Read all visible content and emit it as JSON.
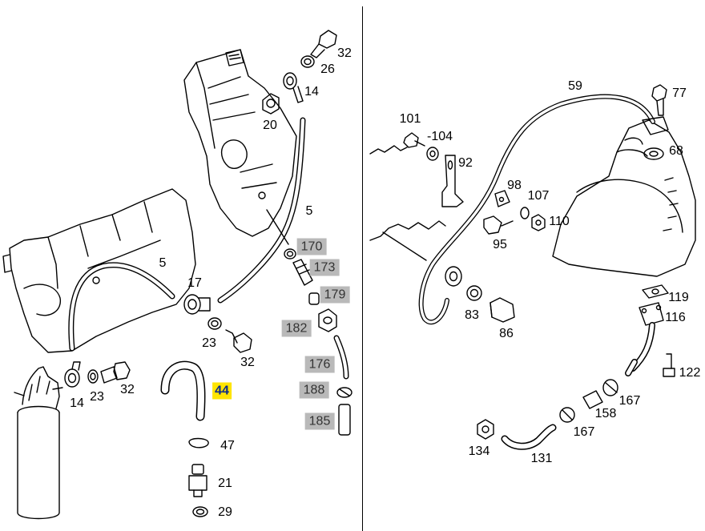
{
  "diagram": {
    "highlight_color": "#ffe400",
    "box_color": "#b9b9b9",
    "left_panel": {
      "labels": [
        {
          "id": "32a",
          "text": "32"
        },
        {
          "id": "26",
          "text": "26"
        },
        {
          "id": "14a",
          "text": "14"
        },
        {
          "id": "20",
          "text": "20"
        },
        {
          "id": "5a",
          "text": "5"
        },
        {
          "id": "170",
          "text": "170"
        },
        {
          "id": "173",
          "text": "173"
        },
        {
          "id": "5b",
          "text": "5"
        },
        {
          "id": "17",
          "text": "17"
        },
        {
          "id": "179",
          "text": "179"
        },
        {
          "id": "182",
          "text": "182"
        },
        {
          "id": "23a",
          "text": "23"
        },
        {
          "id": "32b",
          "text": "32"
        },
        {
          "id": "176",
          "text": "176"
        },
        {
          "id": "44",
          "text": "44"
        },
        {
          "id": "188",
          "text": "188"
        },
        {
          "id": "14b",
          "text": "14"
        },
        {
          "id": "23b",
          "text": "23"
        },
        {
          "id": "32c",
          "text": "32"
        },
        {
          "id": "185",
          "text": "185"
        },
        {
          "id": "47",
          "text": "47"
        },
        {
          "id": "21",
          "text": "21"
        },
        {
          "id": "29",
          "text": "29"
        }
      ]
    },
    "right_panel": {
      "labels": [
        {
          "id": "59",
          "text": "59"
        },
        {
          "id": "77",
          "text": "77"
        },
        {
          "id": "101",
          "text": "101"
        },
        {
          "id": "104",
          "text": "-104"
        },
        {
          "id": "68",
          "text": "68"
        },
        {
          "id": "92",
          "text": "92"
        },
        {
          "id": "98",
          "text": "98"
        },
        {
          "id": "107",
          "text": "107"
        },
        {
          "id": "110",
          "text": "110"
        },
        {
          "id": "95",
          "text": "95"
        },
        {
          "id": "119",
          "text": "119"
        },
        {
          "id": "116",
          "text": "116"
        },
        {
          "id": "83",
          "text": "83"
        },
        {
          "id": "86",
          "text": "86"
        },
        {
          "id": "122",
          "text": "122"
        },
        {
          "id": "167a",
          "text": "167"
        },
        {
          "id": "158",
          "text": "158"
        },
        {
          "id": "167b",
          "text": "167"
        },
        {
          "id": "134",
          "text": "134"
        },
        {
          "id": "131",
          "text": "131"
        }
      ]
    }
  }
}
